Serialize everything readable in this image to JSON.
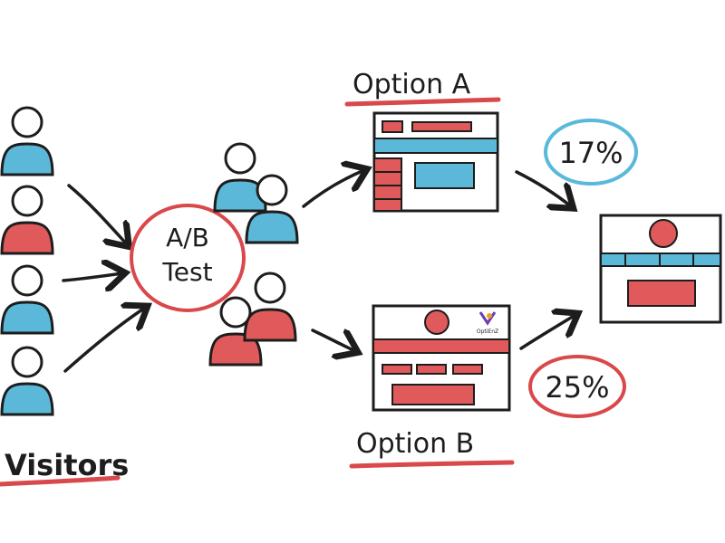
{
  "labels": {
    "test_line1": "A/B",
    "test_line2": "Test",
    "visitors": "Visitors",
    "option_a": "Option A",
    "option_b": "Option B",
    "rate_a": "17%",
    "rate_b": "25%",
    "logo_text": "OptiEnZ"
  },
  "colors": {
    "red": "#e05a5c",
    "blue": "#5bb8d8",
    "ink": "#1d1d1d",
    "underline_red": "#d9484b",
    "circle_blue": "#59b9da"
  },
  "visitors": [
    "blue",
    "red",
    "blue",
    "blue"
  ],
  "groups": {
    "a": [
      "blue",
      "blue"
    ],
    "b": [
      "red",
      "red"
    ]
  }
}
